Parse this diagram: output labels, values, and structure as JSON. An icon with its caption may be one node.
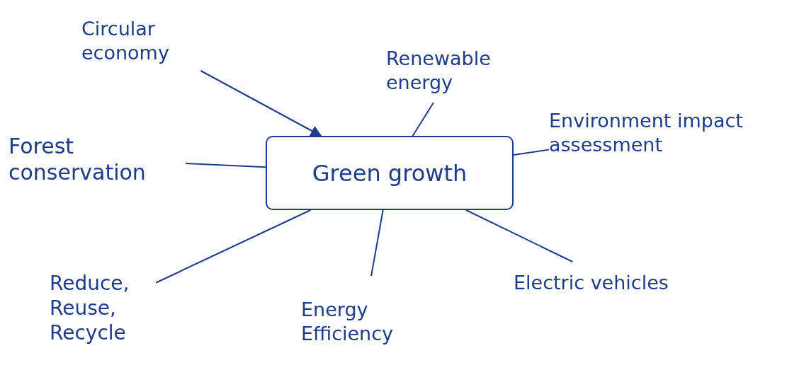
{
  "diagram": {
    "nodes": [
      {
        "text": [
          "Green growth"
        ]
      },
      {
        "text": [
          "Circular economy"
        ]
      },
      {
        "text": [
          "Renewable energy"
        ]
      },
      {
        "text": [
          "Environment impact assessment"
        ]
      },
      {
        "text": [
          "Forest conservation"
        ]
      },
      {
        "text": [
          "Reduce, Reuse, Recycle"
        ]
      },
      {
        "text": [
          "Energy Efficiency"
        ]
      },
      {
        "text": [
          "Electric vehicles"
        ]
      }
    ],
    "edges": [
      {
        "from": 1,
        "to": 0,
        "arrow": "to"
      },
      {
        "from": 0,
        "to": 2,
        "arrow": "none"
      },
      {
        "from": 0,
        "to": 3,
        "arrow": "none"
      },
      {
        "from": 0,
        "to": 4,
        "arrow": "none"
      },
      {
        "from": 0,
        "to": 5,
        "arrow": "none"
      },
      {
        "from": 0,
        "to": 6,
        "arrow": "none"
      },
      {
        "from": 0,
        "to": 7,
        "arrow": "none"
      }
    ]
  }
}
